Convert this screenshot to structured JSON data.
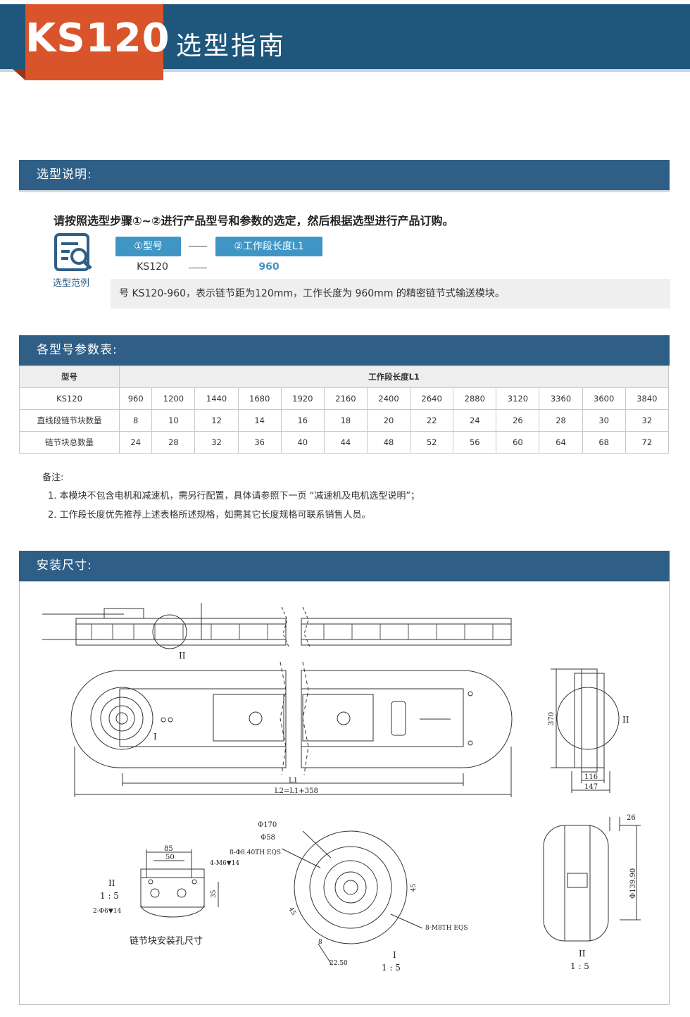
{
  "header": {
    "model": "KS120",
    "title": "选型指南"
  },
  "selection": {
    "section_title": "选型说明:",
    "instruction": "请按照选型步骤①~②进行产品型号和参数的选定，然后根据选型进行产品订购。",
    "example_label": "选型范例",
    "step1_label": "①型号",
    "step2_label": "②工作段长度L1",
    "step1_value": "KS120",
    "step2_value": "960",
    "explanation": "号 KS120-960，表示链节距为120mm，工作长度为 960mm 的精密链节式输送模块。"
  },
  "params": {
    "section_title": "各型号参数表:",
    "col_model": "型号",
    "col_length": "工作段长度L1",
    "model": "KS120",
    "lengths": [
      "960",
      "1200",
      "1440",
      "1680",
      "1920",
      "2160",
      "2400",
      "2640",
      "2880",
      "3120",
      "3360",
      "3600",
      "3840"
    ],
    "row_straight_label": "直线段链节块数量",
    "straight": [
      "8",
      "10",
      "12",
      "14",
      "16",
      "18",
      "20",
      "22",
      "24",
      "26",
      "28",
      "30",
      "32"
    ],
    "row_total_label": "链节块总数量",
    "total": [
      "24",
      "28",
      "32",
      "36",
      "40",
      "44",
      "48",
      "52",
      "56",
      "60",
      "64",
      "68",
      "72"
    ]
  },
  "remarks": {
    "title": "备注:",
    "items": [
      "1. 本模块不包含电机和减速机，需另行配置，具体请参照下一页 “减速机及电机选型说明”；",
      "2. 工作段长度优先推荐上述表格所述规格，如需其它长度规格可联系销售人员。"
    ]
  },
  "install": {
    "section_title": "安装尺寸:",
    "labels": {
      "detail_II": "II",
      "detail_I": "I",
      "L1": "L1",
      "L2": "L2=L1+358",
      "dim370": "370",
      "dim116": "116",
      "dim147": "147",
      "dim85": "85",
      "dim50": "50",
      "m6": "4-M6▼14",
      "dim35": "35",
      "phi6": "2-Φ6▼14",
      "scale": "1 : 5",
      "block_caption": "链节块安装孔尺寸",
      "phi170": "Φ170",
      "phi58": "Φ58",
      "phi840": "8-Φ8.40TH EQS",
      "dim45a": "45",
      "dim45b": "45",
      "dim8": "8",
      "dim2250": "22.50",
      "m8": "8-M8TH EQS",
      "dim26": "26",
      "phi13990": "Φ139.90"
    }
  }
}
